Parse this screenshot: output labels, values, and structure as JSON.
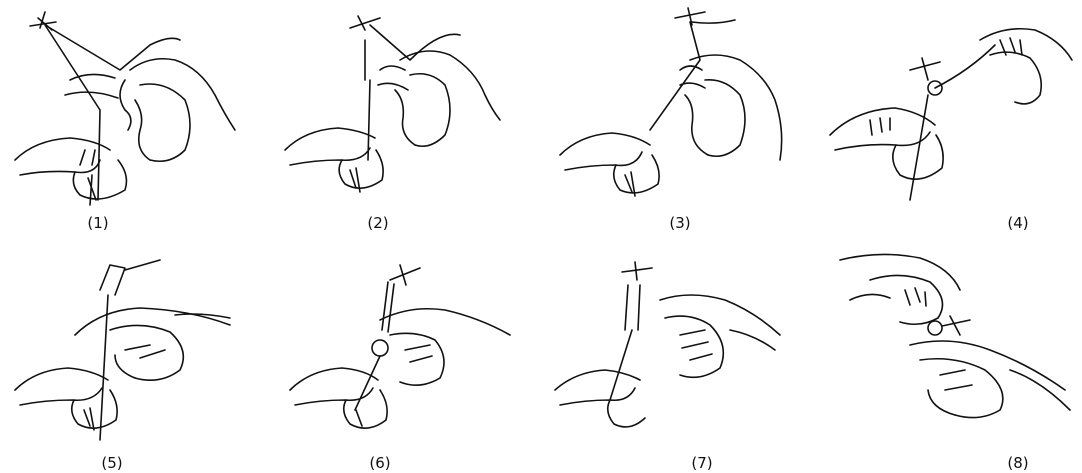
{
  "figure": {
    "steps": [
      {
        "label": "(1)"
      },
      {
        "label": "(2)"
      },
      {
        "label": "(3)"
      },
      {
        "label": "(4)"
      },
      {
        "label": "(5)"
      },
      {
        "label": "(6)"
      },
      {
        "label": "(7)"
      },
      {
        "label": "(8)"
      }
    ]
  }
}
